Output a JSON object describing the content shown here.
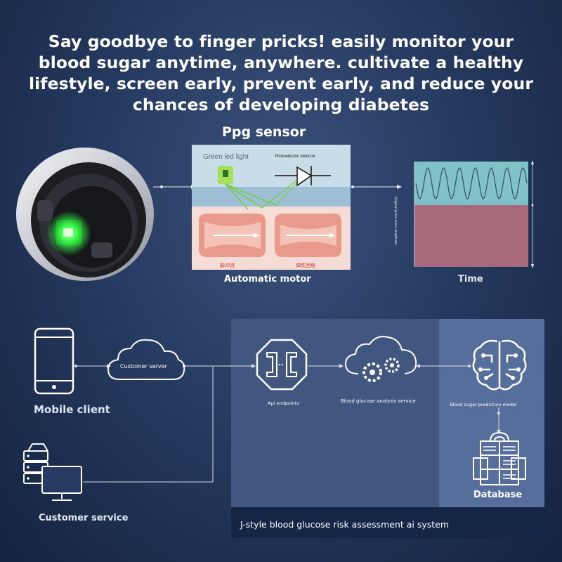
{
  "headline": [
    "Say goodbye to finger pricks! easily monitor your",
    "blood sugar anytime, anywhere. cultivate a healthy",
    "lifestyle, screen early, prevent early, and reduce your",
    "chances of developing diabetes"
  ],
  "sensor": {
    "title": "Ppg sensor",
    "green_led": "Green led light",
    "photo_detector": "Photoelectric detector",
    "caption_left": "脉冲流",
    "caption_right": "弹性回缩",
    "motor_label": "Automatic motor"
  },
  "waveform": {
    "y_label": "Original pulse wave amplitude",
    "x_label": "Time"
  },
  "system": {
    "mobile_client": "Mobile client",
    "customer_server": "Customer server",
    "customer_service": "Customer service",
    "api_endpoints": "Api endpoints",
    "analysis_service": "Blood glucose analysis service",
    "prediction_model": "Blood sugar prediction model",
    "database": "Database",
    "footer": "J-style blood glucose risk assessment ai system"
  },
  "colors": {
    "led_green": "#39ff4a",
    "wave_teal": "#7fc3c6",
    "wave_pink": "#a8697a",
    "panel": "#4d6290"
  }
}
